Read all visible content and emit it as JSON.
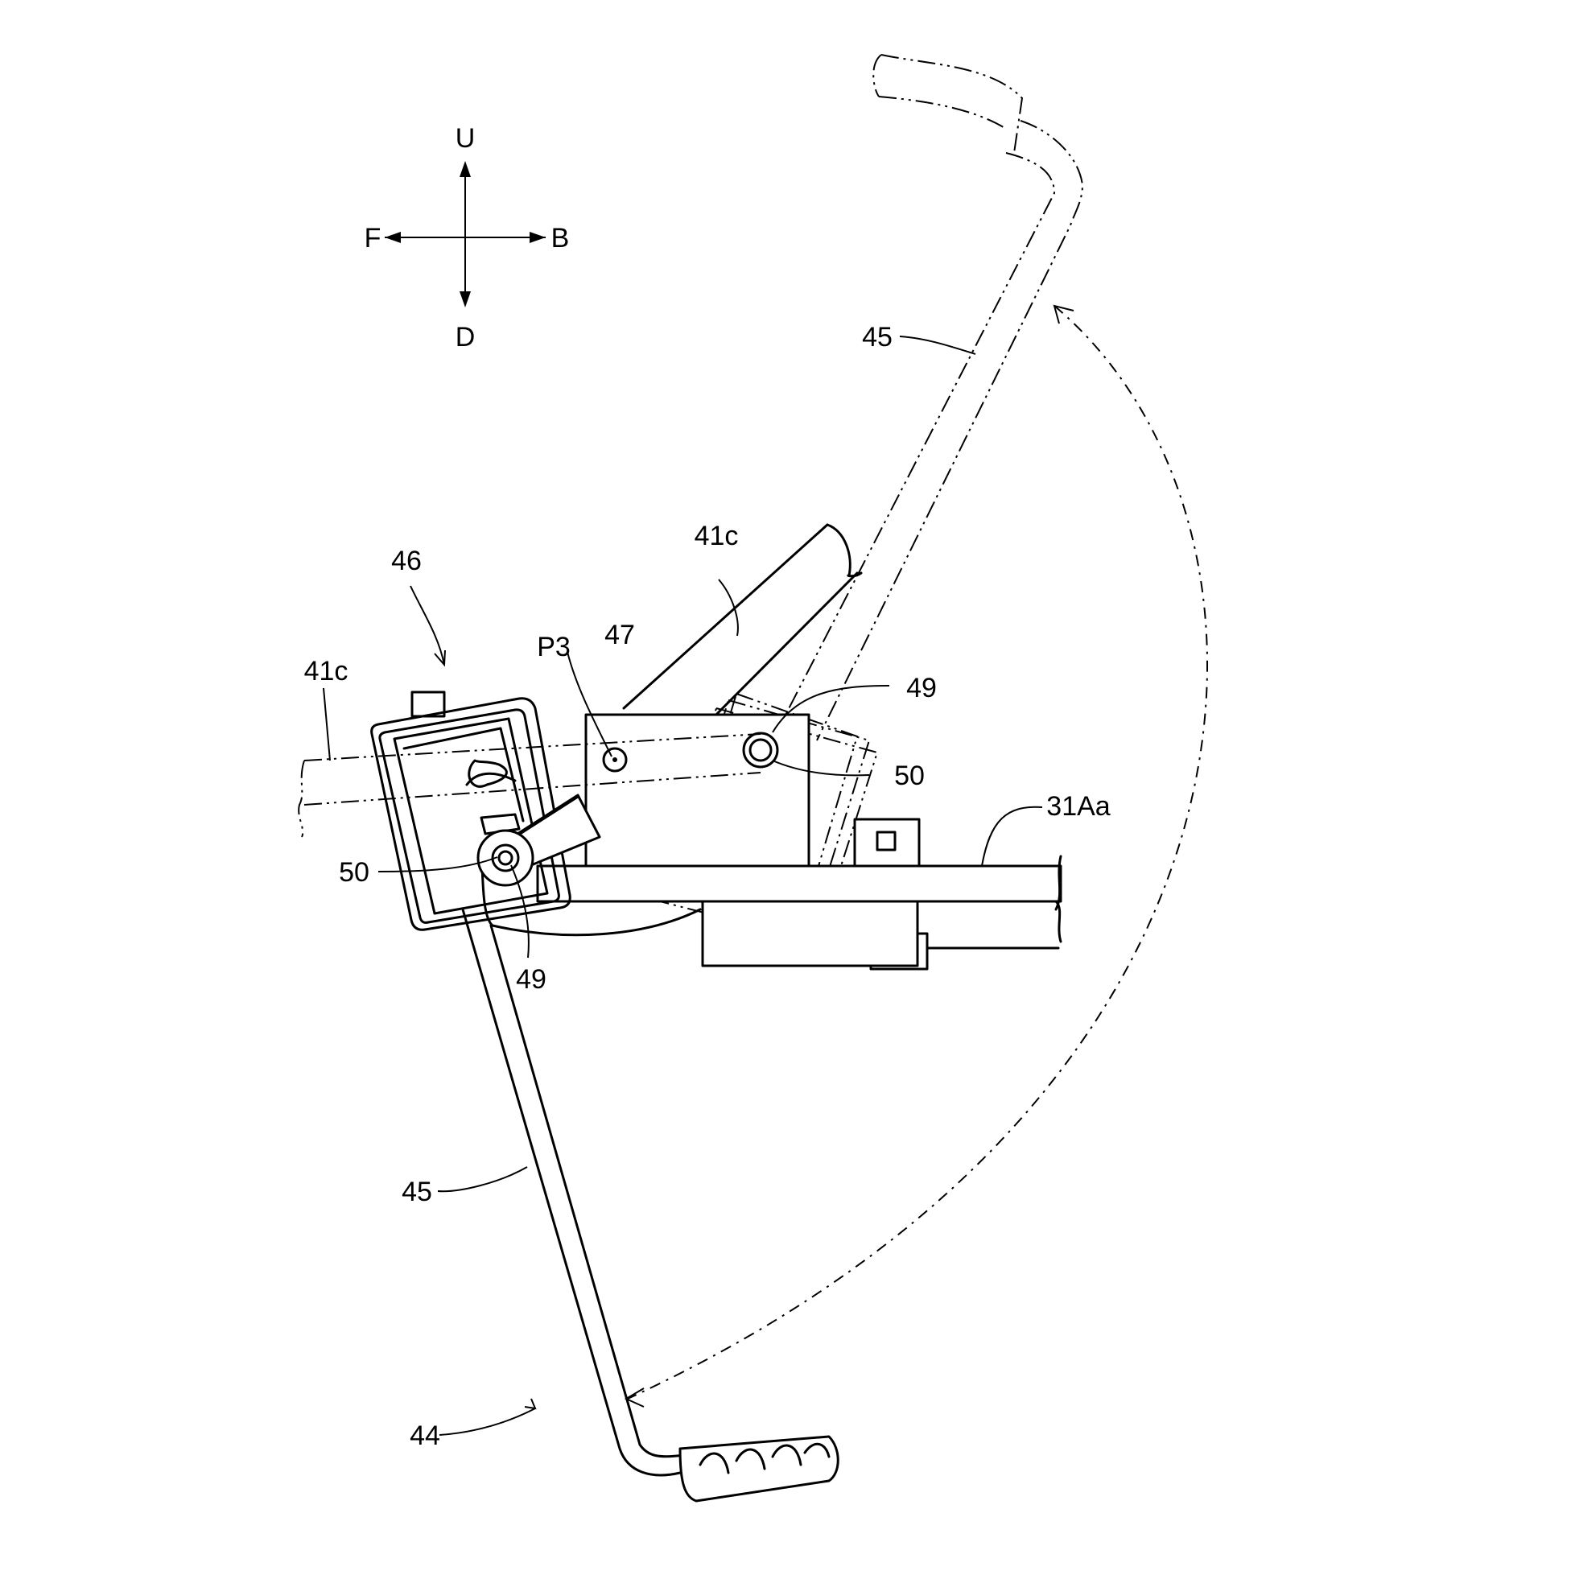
{
  "directions": {
    "up": "U",
    "down": "D",
    "front": "F",
    "back": "B"
  },
  "labels": {
    "lever_upper": "45",
    "lever_lower": "45",
    "frame_upper": "41c",
    "frame_left": "41c",
    "mechanism": "46",
    "pivot_point": "P3",
    "bracket": "47",
    "pin_upper": "49",
    "pin_lower": "49",
    "collar_upper": "50",
    "collar_lower": "50",
    "frame_pipe": "31Aa",
    "kick_lever": "44"
  }
}
